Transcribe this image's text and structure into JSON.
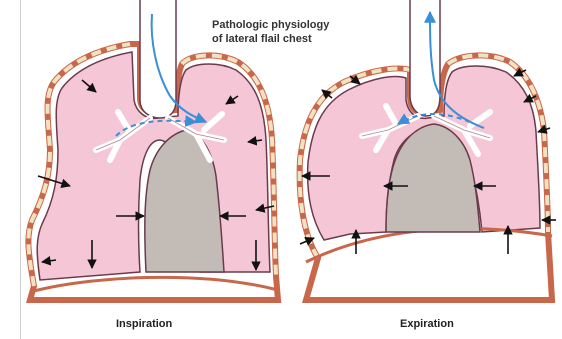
{
  "title": {
    "line1": "Pathologic physiology",
    "line2": "of lateral flail chest"
  },
  "panels": [
    {
      "id": "inspiration",
      "label": "Inspiration"
    },
    {
      "id": "expiration",
      "label": "Expiration"
    }
  ],
  "colors": {
    "lung_fill": "#f5c6d6",
    "lung_outline": "#6b3b4c",
    "chest_wall": "#c9674a",
    "rib": "#f3e2c2",
    "heart": "#c2bbb6",
    "airway": "#ffffff",
    "air_flow_arrow": "#3a8fd6",
    "force_arrow": "#111111"
  }
}
